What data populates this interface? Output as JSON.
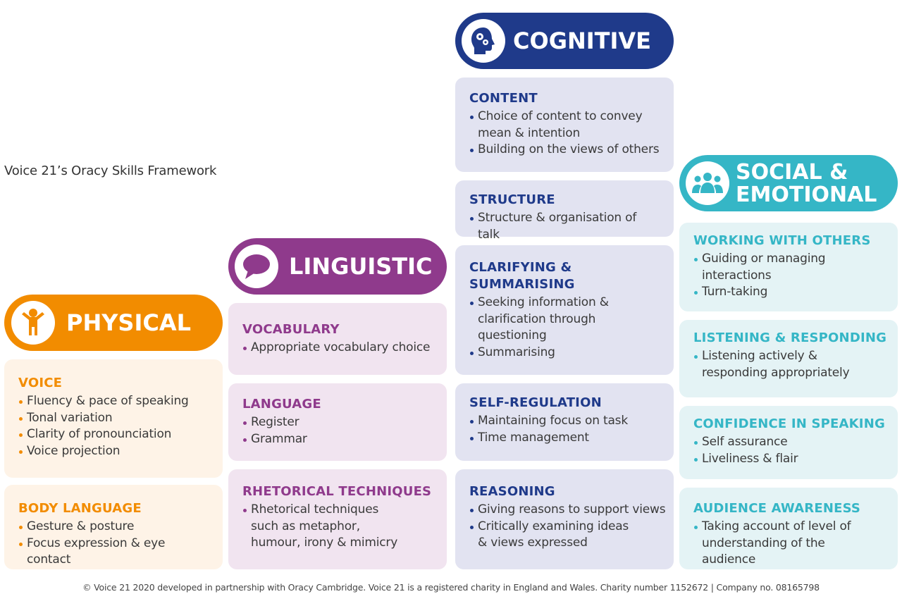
{
  "page_title": "Voice 21’s Oracy Skills Framework",
  "footer": "© Voice 21 2020 developed in partnership with Oracy Cambridge. Voice 21 is a registered charity in England and Wales. Charity number 1152672 | Company no. 08165798",
  "colors": {
    "physical": "#f28c00",
    "linguistic": "#8f3a8c",
    "cognitive": "#1f3a8a",
    "social_emotional": "#35b6c6"
  },
  "physical": {
    "title": "PHYSICAL",
    "icon": "person-arms-raised-icon",
    "sections": [
      {
        "heading": "VOICE",
        "items": [
          "Fluency & pace of speaking",
          "Tonal variation",
          "Clarity of pronounciation",
          "Voice projection"
        ]
      },
      {
        "heading": "BODY LANGUAGE",
        "items": [
          "Gesture & posture",
          "Focus expression & eye contact"
        ]
      }
    ]
  },
  "linguistic": {
    "title": "LINGUISTIC",
    "icon": "speech-bubble-icon",
    "sections": [
      {
        "heading": "VOCABULARY",
        "items": [
          "Appropriate vocabulary choice"
        ]
      },
      {
        "heading": "LANGUAGE",
        "items": [
          "Register",
          "Grammar"
        ]
      },
      {
        "heading": "RHETORICAL TECHNIQUES",
        "items": [
          "Rhetorical techniques such as metaphor, humour, irony & mimicry"
        ]
      }
    ]
  },
  "cognitive": {
    "title": "COGNITIVE",
    "icon": "head-gears-icon",
    "sections": [
      {
        "heading": "CONTENT",
        "items": [
          "Choice of content to convey mean & intention",
          "Building on the views of others"
        ]
      },
      {
        "heading": "STRUCTURE",
        "items": [
          "Structure & organisation of talk"
        ]
      },
      {
        "heading": "CLARIFYING & SUMMARISING",
        "items": [
          "Seeking information & clarification through questioning",
          "Summarising"
        ]
      },
      {
        "heading": "SELF-REGULATION",
        "items": [
          "Maintaining focus on task",
          "Time management"
        ]
      },
      {
        "heading": "REASONING",
        "items": [
          "Giving reasons to support views",
          "Critically examining ideas & views expressed"
        ]
      }
    ]
  },
  "social_emotional": {
    "title_line1": "SOCIAL &",
    "title_line2": "EMOTIONAL",
    "icon": "group-people-icon",
    "sections": [
      {
        "heading": "WORKING WITH OTHERS",
        "items": [
          "Guiding or managing interactions",
          "Turn-taking"
        ]
      },
      {
        "heading": "LISTENING & RESPONDING",
        "items": [
          "Listening actively & responding appropriately"
        ]
      },
      {
        "heading": "CONFIDENCE IN SPEAKING",
        "items": [
          "Self assurance",
          "Liveliness & flair"
        ]
      },
      {
        "heading": "AUDIENCE AWARENESS",
        "items": [
          "Taking account of level of understanding of the audience"
        ]
      }
    ]
  }
}
